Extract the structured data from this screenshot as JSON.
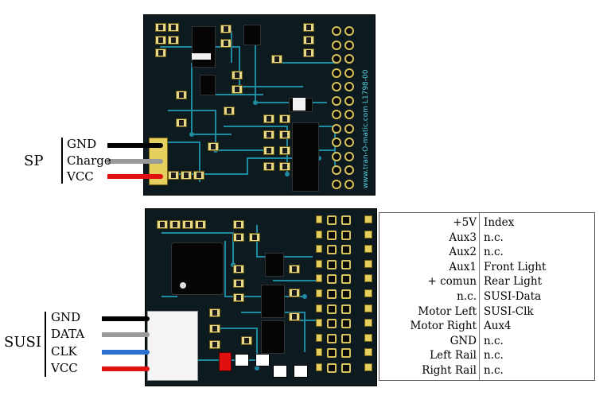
{
  "top_board": {
    "connector_label": "SP",
    "wires": [
      {
        "label": "GND",
        "color": "#000000"
      },
      {
        "label": "Charge",
        "color": "#9a9a9a"
      },
      {
        "label": "VCC",
        "color": "#e01010"
      }
    ],
    "board_marking": "www.tran-O-matic.com L1798-00"
  },
  "bottom_board": {
    "connector_label": "SUSI",
    "wires": [
      {
        "label": "GND",
        "color": "#000000"
      },
      {
        "label": "DATA",
        "color": "#9a9a9a"
      },
      {
        "label": "CLK",
        "color": "#2a6fd1"
      },
      {
        "label": "VCC",
        "color": "#e01010"
      }
    ]
  },
  "pin_table": {
    "rows": [
      {
        "left": "+5V",
        "right": "Index"
      },
      {
        "left": "Aux3",
        "right": "n.c."
      },
      {
        "left": "Aux2",
        "right": "n.c."
      },
      {
        "left": "Aux1",
        "right": "Front Light"
      },
      {
        "left": "+ comun",
        "right": "Rear Light"
      },
      {
        "left": "n.c.",
        "right": "SUSI-Data"
      },
      {
        "left": "Motor Left",
        "right": "SUSI-Clk"
      },
      {
        "left": "Motor Right",
        "right": "Aux4"
      },
      {
        "left": "GND",
        "right": "n.c."
      },
      {
        "left": "Left Rail",
        "right": "n.c."
      },
      {
        "left": "Right Rail",
        "right": "n.c."
      }
    ]
  },
  "colors": {
    "pcb": "#0d1a1f",
    "trace": "#1e8aa0",
    "pad_gold": "#d8c35a"
  }
}
